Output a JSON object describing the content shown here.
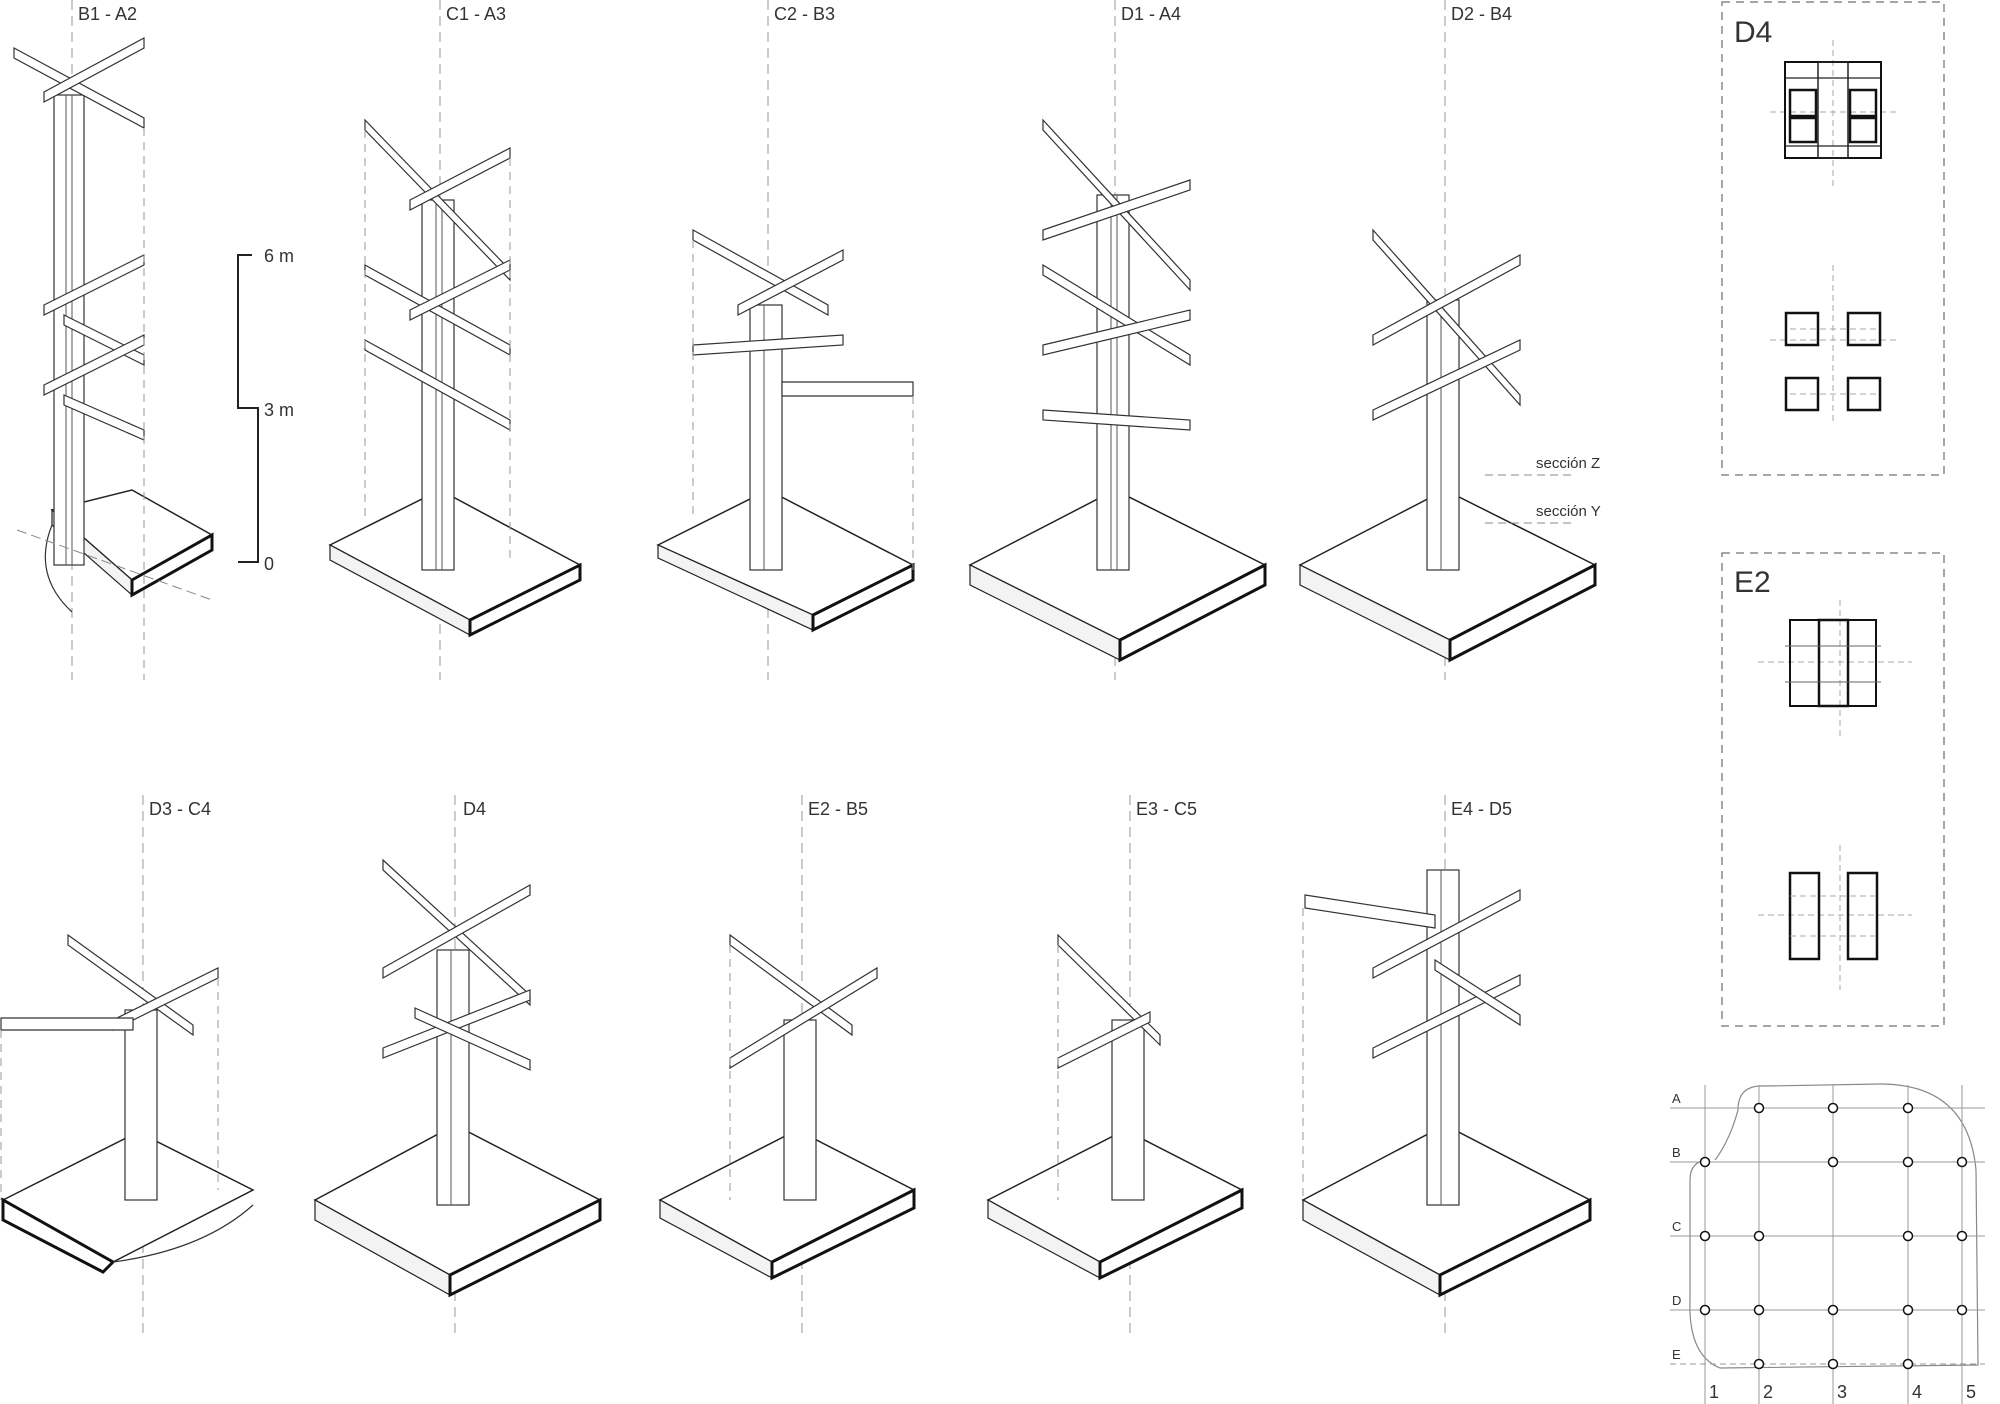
{
  "diagram": {
    "scale_bar": {
      "ticks": [
        "6 m",
        "3 m",
        "0"
      ]
    },
    "section_labels": [
      "sección Z",
      "sección Y"
    ],
    "modules_top": [
      {
        "id": "b1a2",
        "label": "B1 - A2"
      },
      {
        "id": "c1a3",
        "label": "C1 - A3"
      },
      {
        "id": "c2b3",
        "label": "C2 - B3"
      },
      {
        "id": "d1a4",
        "label": "D1 - A4"
      },
      {
        "id": "d2b4",
        "label": "D2 - B4"
      }
    ],
    "modules_bottom": [
      {
        "id": "d3c4",
        "label": "D3 - C4"
      },
      {
        "id": "d4",
        "label": "D4"
      },
      {
        "id": "e2b5",
        "label": "E2 - B5"
      },
      {
        "id": "e3c5",
        "label": "E3 - C5"
      },
      {
        "id": "e4d5",
        "label": "E4 - D5"
      }
    ],
    "plan_panels": [
      {
        "id": "d4",
        "title": "D4"
      },
      {
        "id": "e2",
        "title": "E2"
      }
    ],
    "site_grid": {
      "rows": [
        "A",
        "B",
        "C",
        "D",
        "E"
      ],
      "columns": [
        "1",
        "2",
        "3",
        "4",
        "5"
      ]
    }
  }
}
